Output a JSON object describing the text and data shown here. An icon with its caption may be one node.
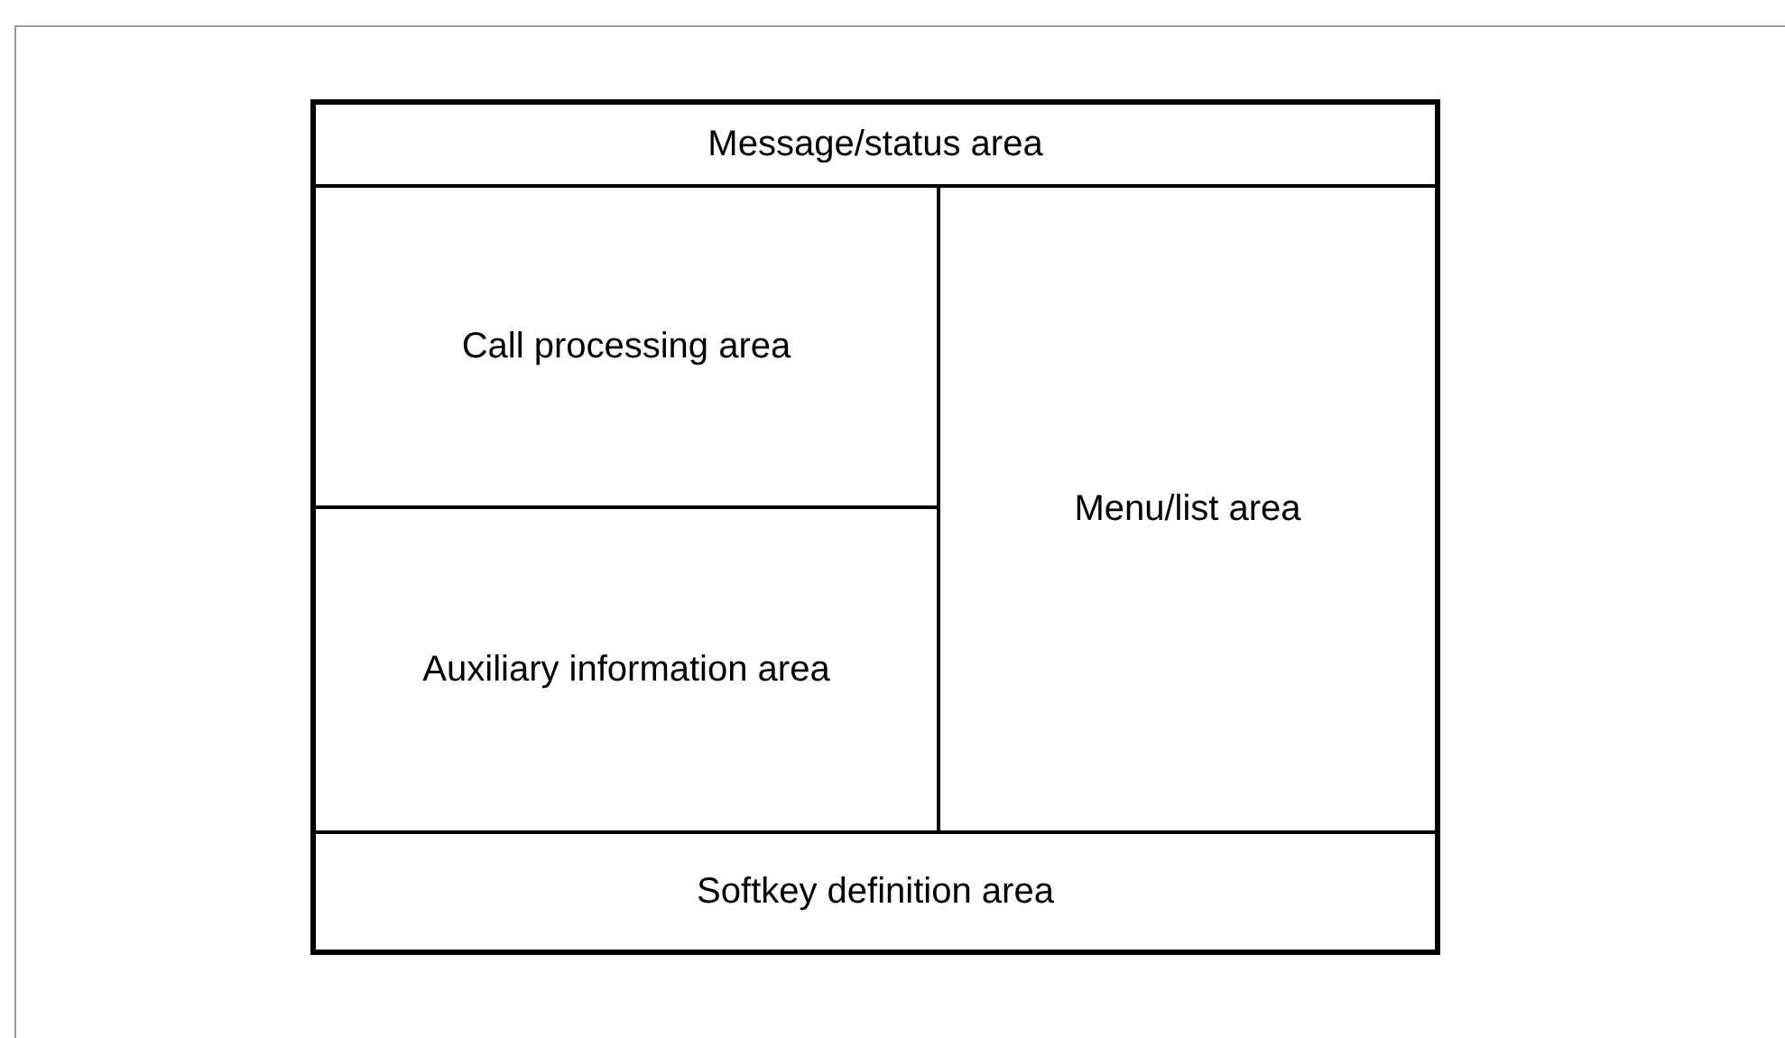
{
  "diagram": {
    "nodes": [
      {
        "text": [],
        "shape": "box"
      },
      {
        "text": [
          "Message/status area"
        ],
        "in": 0
      },
      {
        "text": [
          "Call processing area"
        ],
        "in": 0
      },
      {
        "text": [
          "Menu/list area"
        ],
        "in": 0
      },
      {
        "text": [
          "Auxiliary information area"
        ],
        "in": 0
      },
      {
        "text": [
          "Softkey definition area"
        ],
        "in": 0
      }
    ]
  }
}
